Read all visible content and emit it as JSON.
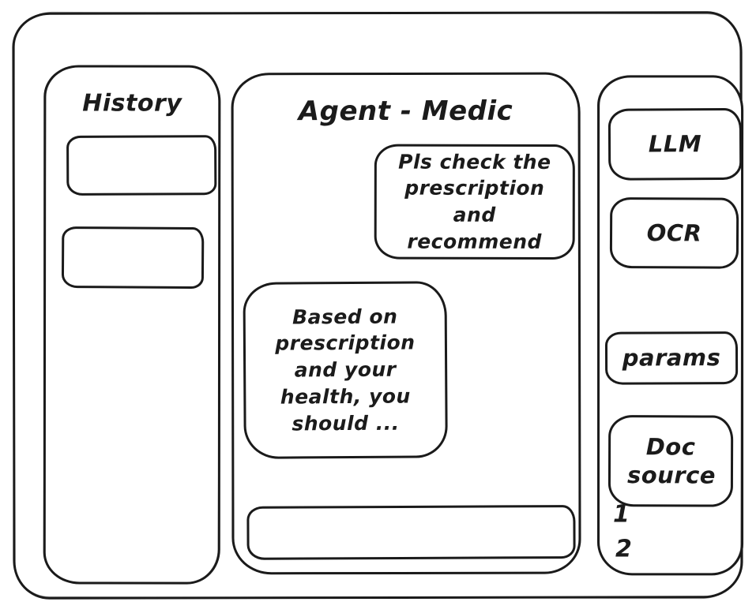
{
  "colors": {
    "stroke": "#1b1b1b",
    "background": "#ffffff"
  },
  "history_panel": {
    "title": "History",
    "items": [
      {
        "label": ""
      },
      {
        "label": ""
      }
    ]
  },
  "chat_panel": {
    "title": "Agent - Medic",
    "messages": [
      {
        "role": "user",
        "text": "Pls check the prescription and recommend"
      },
      {
        "role": "agent",
        "text": "Based on prescription and your health, you should ..."
      }
    ],
    "input": {
      "value": "",
      "placeholder": ""
    }
  },
  "tools_panel": {
    "items": [
      {
        "label": "LLM"
      },
      {
        "label": "OCR"
      },
      {
        "label": "params"
      },
      {
        "label": "Doc source"
      }
    ],
    "doc_source_numbers": [
      "1",
      "2"
    ]
  }
}
